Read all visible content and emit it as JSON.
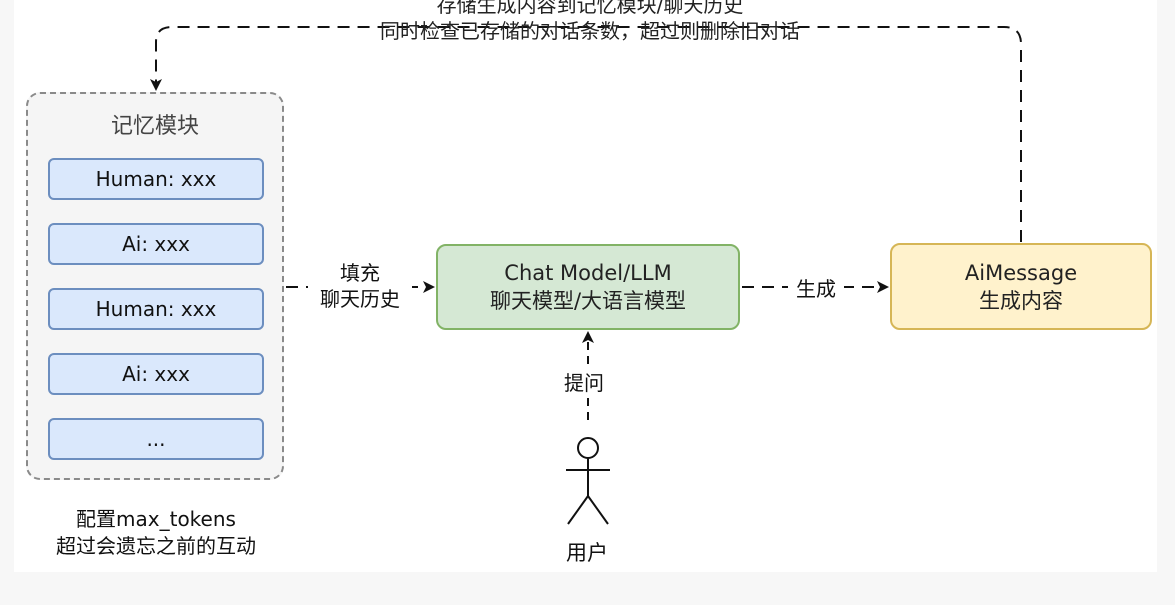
{
  "top_note": {
    "line1": "存储生成内容到记忆模块/聊天历史",
    "line2": "同时检查已存储的对话条数，超过则删除旧对话"
  },
  "memory": {
    "title": "记忆模块",
    "messages": [
      "Human: xxx",
      "Ai: xxx",
      "Human: xxx",
      "Ai: xxx",
      "..."
    ],
    "caption_line1": "配置max_tokens",
    "caption_line2": "超过会遗忘之前的互动"
  },
  "llm": {
    "line1": "Chat Model/LLM",
    "line2": "聊天模型/大语言模型"
  },
  "ai_message": {
    "line1": "AiMessage",
    "line2": "生成内容"
  },
  "edges": {
    "fill_line1": "填充",
    "fill_line2": "聊天历史",
    "generate": "生成",
    "ask": "提问"
  },
  "user": {
    "label": "用户"
  },
  "colors": {
    "memory_item_fill": "#dae8fc",
    "memory_item_stroke": "#6c8ebf",
    "llm_fill": "#d5e8d4",
    "llm_stroke": "#82b366",
    "ai_fill": "#fff2cc",
    "ai_stroke": "#d6b656"
  }
}
